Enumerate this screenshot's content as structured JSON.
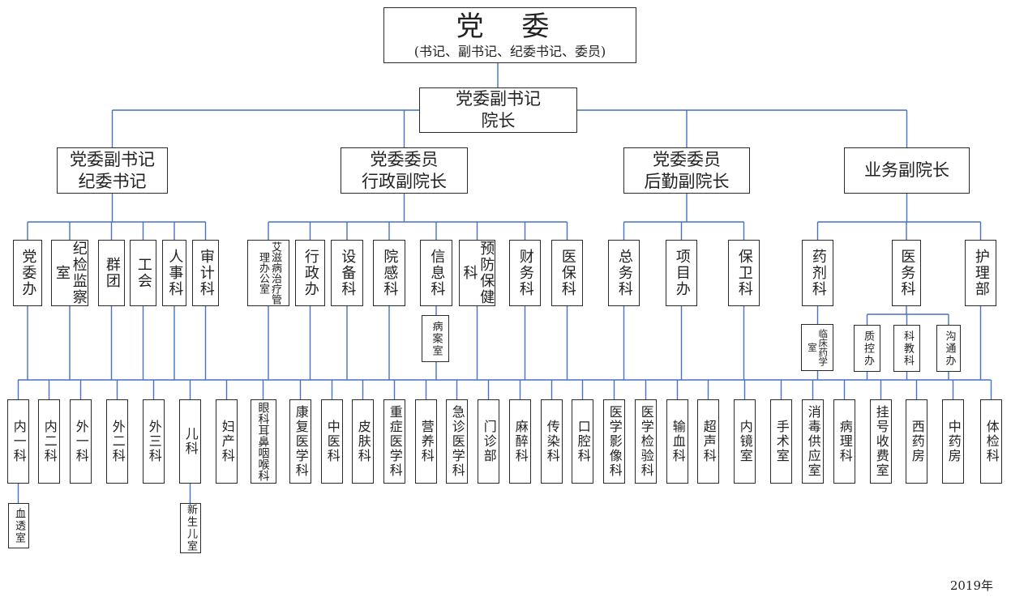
{
  "chart_data": {
    "type": "org-chart",
    "line_color": "#4472c4",
    "box_border_color": "#2a2a2a",
    "root": {
      "title": "党 委",
      "subtitle": "(书记、副书记、纪委书记、委员)"
    },
    "director": {
      "lines": [
        "党委副书记",
        "院长"
      ]
    },
    "deputies": [
      {
        "id": "d1",
        "lines": [
          "党委副书记",
          "纪委书记"
        ],
        "departments": [
          {
            "id": "dwb",
            "label": "党委办"
          },
          {
            "id": "jjjcs",
            "label": "纪检监察室"
          },
          {
            "id": "qt",
            "label": "群团"
          },
          {
            "id": "gh",
            "label": "工会"
          },
          {
            "id": "rsk",
            "label": "人事科"
          },
          {
            "id": "sjk",
            "label": "审计科"
          }
        ]
      },
      {
        "id": "d2",
        "lines": [
          "党委委员",
          "行政副院长"
        ],
        "departments": [
          {
            "id": "azb",
            "label": "艾滋病治疗管理办公室"
          },
          {
            "id": "xzb",
            "label": "行政办"
          },
          {
            "id": "sbk",
            "label": "设备科"
          },
          {
            "id": "ygk",
            "label": "院感科"
          },
          {
            "id": "xxk",
            "label": "信息科",
            "children": [
              {
                "id": "bas",
                "label": "病案室"
              }
            ]
          },
          {
            "id": "yfbjk",
            "label": "预防保健科"
          },
          {
            "id": "cwk",
            "label": "财务科"
          },
          {
            "id": "ybk",
            "label": "医保科"
          }
        ]
      },
      {
        "id": "d3",
        "lines": [
          "党委委员",
          "后勤副院长"
        ],
        "departments": [
          {
            "id": "zwk",
            "label": "总务科"
          },
          {
            "id": "xmb",
            "label": "项目办"
          },
          {
            "id": "bwk",
            "label": "保卫科"
          }
        ]
      },
      {
        "id": "d4",
        "lines": [
          "业务副院长"
        ],
        "departments": [
          {
            "id": "yjk",
            "label": "药剂科",
            "children": [
              {
                "id": "lcyxs",
                "label": "临床药学室"
              }
            ]
          },
          {
            "id": "ywk",
            "label": "医务科",
            "children": [
              {
                "id": "zkb",
                "label": "质控办"
              },
              {
                "id": "kjk",
                "label": "科教科"
              },
              {
                "id": "gtb",
                "label": "沟通办"
              }
            ]
          },
          {
            "id": "hlb",
            "label": "护理部"
          }
        ]
      }
    ],
    "clinical_departments": [
      {
        "label": "内一科",
        "children": [
          "血透室"
        ]
      },
      {
        "label": "内二科"
      },
      {
        "label": "外一科"
      },
      {
        "label": "外二科"
      },
      {
        "label": "外三科"
      },
      {
        "label": "儿科",
        "children": [
          "新生儿室"
        ]
      },
      {
        "label": "妇产科"
      },
      {
        "label": "眼科耳鼻咽喉科"
      },
      {
        "label": "康复医学科"
      },
      {
        "label": "中医科"
      },
      {
        "label": "皮肤科"
      },
      {
        "label": "重症医学科"
      },
      {
        "label": "营养科"
      },
      {
        "label": "急诊医学科"
      },
      {
        "label": "门诊部"
      },
      {
        "label": "麻醉科"
      },
      {
        "label": "传染科"
      },
      {
        "label": "口腔科"
      },
      {
        "label": "医学影像科"
      },
      {
        "label": "医学检验科"
      },
      {
        "label": "输血科"
      },
      {
        "label": "超声科"
      },
      {
        "label": "内镜室"
      },
      {
        "label": "手术室"
      },
      {
        "label": "消毒供应室"
      },
      {
        "label": "病理科"
      },
      {
        "label": "挂号收费室"
      },
      {
        "label": "西药房"
      },
      {
        "label": "中药房"
      },
      {
        "label": "体检科"
      }
    ],
    "footer": "2019年"
  }
}
